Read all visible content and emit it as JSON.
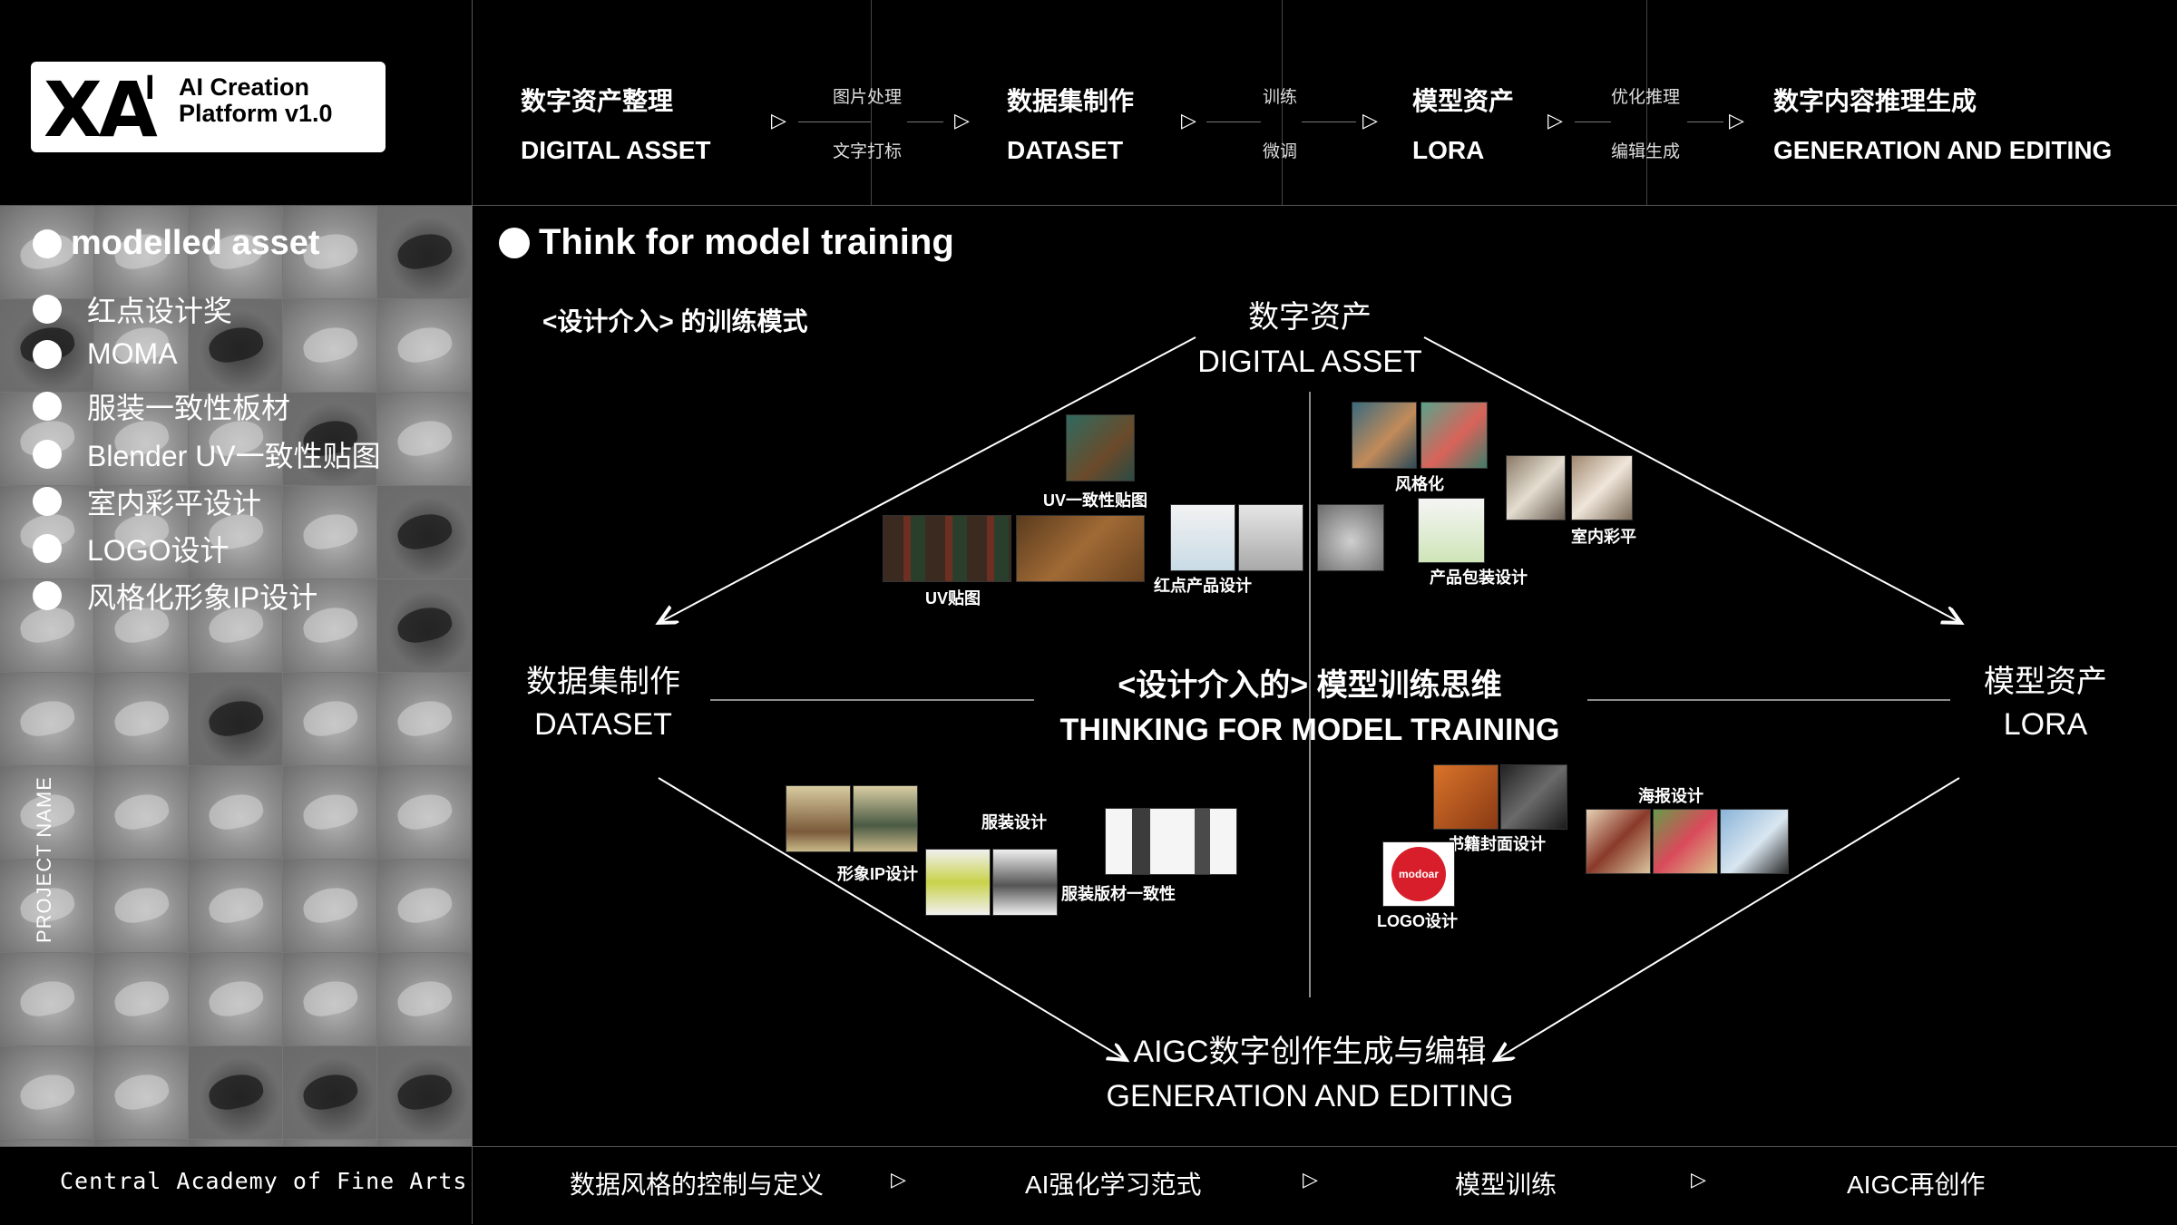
{
  "brand": {
    "mark": "XA",
    "sup": "I",
    "name": "AI Creation Platform v1.0"
  },
  "pipeline": {
    "steps": [
      {
        "cn": "数字资产整理",
        "en": "DIGITAL ASSET"
      },
      {
        "cn": "数据集制作",
        "en": "DATASET"
      },
      {
        "cn": "模型资产",
        "en": "LORA"
      },
      {
        "cn": "数字内容推理生成",
        "en": "GENERATION AND EDITING"
      }
    ],
    "connectors": [
      {
        "top": "图片处理",
        "bottom": "文字打标"
      },
      {
        "top": "训练",
        "bottom": "微调"
      },
      {
        "top": "优化推理",
        "bottom": "编辑生成"
      }
    ]
  },
  "sidebar": {
    "heading": "modelled asset",
    "items": [
      "红点设计奖",
      "MOMA",
      "服装一致性板材",
      "Blender UV一致性贴图",
      "室内彩平设计",
      "LOGO设计",
      "风格化形象IP设计"
    ],
    "vertical_label": "PROJECT  NAME"
  },
  "main": {
    "heading": "Think for model training",
    "mode_label": "<设计介入> 的训练模式",
    "top_node": {
      "cn": "数字资产",
      "en": "DIGITAL ASSET"
    },
    "left_node": {
      "cn": "数据集制作",
      "en": "DATASET"
    },
    "right_node": {
      "cn": "模型资产",
      "en": "LORA"
    },
    "bottom_node": {
      "cn": "AIGC数字创作生成与编辑",
      "en": "GENERATION AND EDITING"
    },
    "center": {
      "cn": "<设计介入的> 模型训练思维",
      "en": "THINKING FOR MODEL TRAINING"
    },
    "labels": {
      "uv_consistency": "UV一致性贴图",
      "uv_map": "UV贴图",
      "red_dot": "红点产品设计",
      "stylized": "风格化",
      "interior": "室内彩平",
      "packaging": "产品包装设计",
      "clothing": "服装设计",
      "ip": "形象IP设计",
      "clothing_pattern": "服装版材一致性",
      "book_cover": "书籍封面设计",
      "poster": "海报设计",
      "logo": "LOGO设计",
      "logo_brand": "modoar"
    }
  },
  "footer": {
    "left": "Central Academy of Fine Arts",
    "items": [
      "数据风格的控制与定义",
      "AI强化学习范式",
      "模型训练",
      "AIGC再创作"
    ]
  },
  "colors": {
    "background": "#000000",
    "text": "#ffffff",
    "sidebar": "#6f6f6f"
  }
}
